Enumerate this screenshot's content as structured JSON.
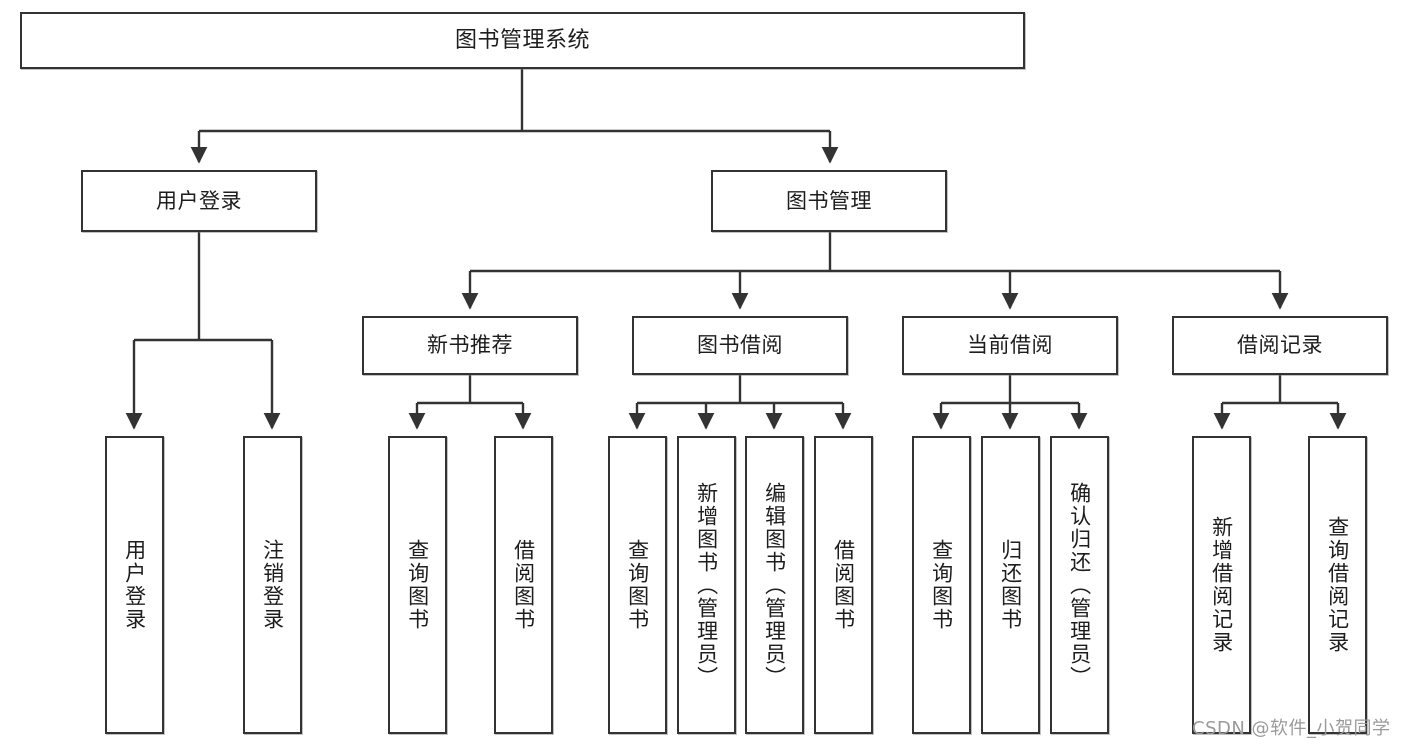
{
  "diagram": {
    "title": "图书管理系统",
    "type": "tree",
    "watermark": "CSDN @软件_小贺同学",
    "colors": {
      "stroke": "#333333",
      "fill": "#ffffff",
      "text": "#1d1d1d",
      "watermark": "#9a9a9a"
    },
    "nodes": {
      "root": {
        "label": "图书管理系统"
      },
      "tier2": [
        {
          "label": "用户登录"
        },
        {
          "label": "图书管理"
        }
      ],
      "tier3": [
        {
          "label": "新书推荐"
        },
        {
          "label": "图书借阅"
        },
        {
          "label": "当前借阅"
        },
        {
          "label": "借阅记录"
        }
      ],
      "leaves": [
        {
          "label": "用户登录",
          "parent": "用户登录"
        },
        {
          "label": "注销登录",
          "parent": "用户登录"
        },
        {
          "label": "查询图书",
          "parent": "新书推荐"
        },
        {
          "label": "借阅图书",
          "parent": "新书推荐"
        },
        {
          "label": "查询图书",
          "parent": "图书借阅"
        },
        {
          "label": "新增图书（管理员）",
          "parent": "图书借阅"
        },
        {
          "label": "编辑图书（管理员）",
          "parent": "图书借阅"
        },
        {
          "label": "借阅图书",
          "parent": "图书借阅"
        },
        {
          "label": "查询图书",
          "parent": "当前借阅"
        },
        {
          "label": "归还图书",
          "parent": "当前借阅"
        },
        {
          "label": "确认归还（管理员）",
          "parent": "当前借阅"
        },
        {
          "label": "新增借阅记录",
          "parent": "借阅记录"
        },
        {
          "label": "查询借阅记录",
          "parent": "借阅记录"
        }
      ]
    }
  }
}
